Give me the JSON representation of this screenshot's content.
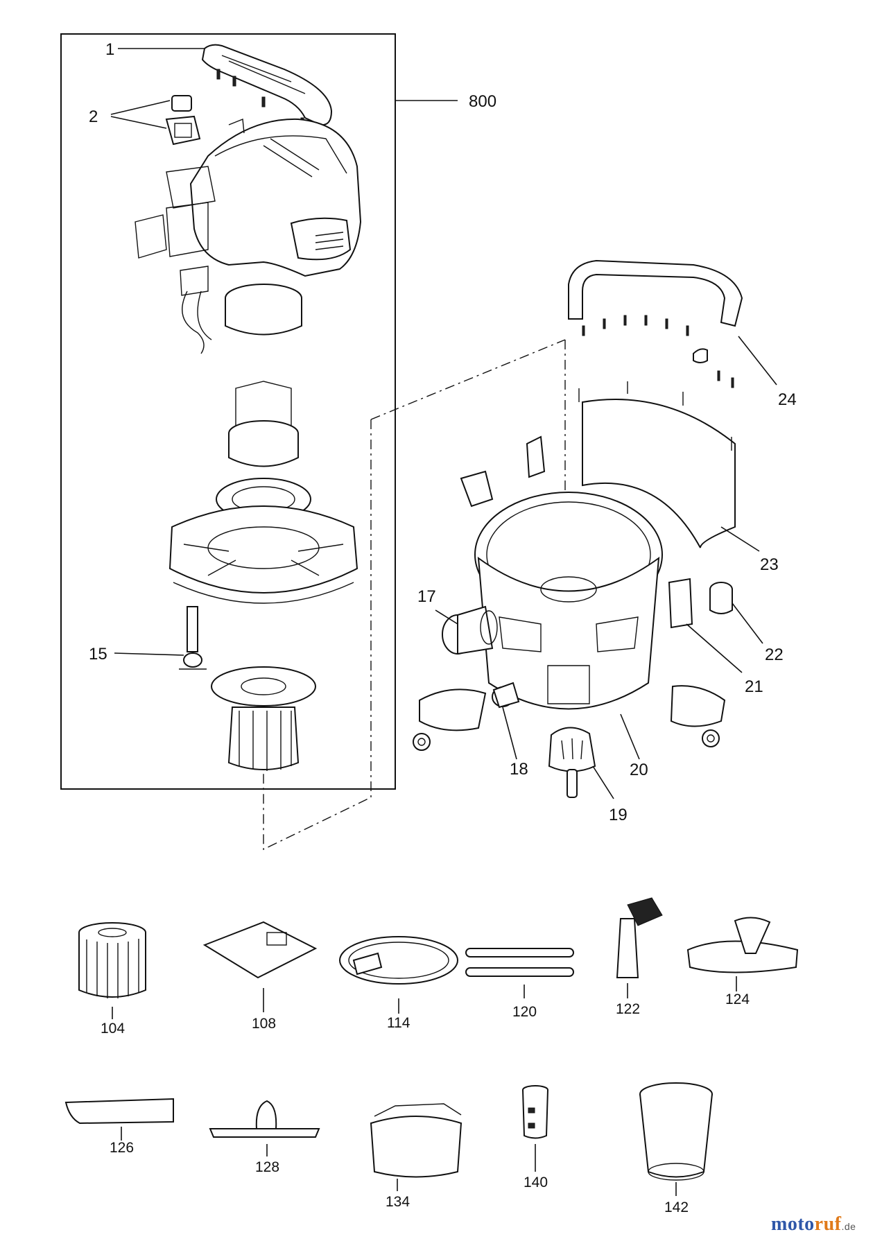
{
  "callouts": {
    "c1": "1",
    "c2": "2",
    "c15": "15",
    "c17": "17",
    "c18": "18",
    "c19": "19",
    "c20": "20",
    "c21": "21",
    "c22": "22",
    "c23": "23",
    "c24": "24",
    "c800": "800"
  },
  "accessories": {
    "a104": "104",
    "a108": "108",
    "a114": "114",
    "a120": "120",
    "a122": "122",
    "a124": "124",
    "a126": "126",
    "a128": "128",
    "a134": "134",
    "a140": "140",
    "a142": "142"
  },
  "brand": {
    "part1": "moto",
    "part2": "ruf",
    "suffix": ".de"
  },
  "colors": {
    "brand_blue": "#2f57a8",
    "brand_orange": "#e07a1a"
  }
}
